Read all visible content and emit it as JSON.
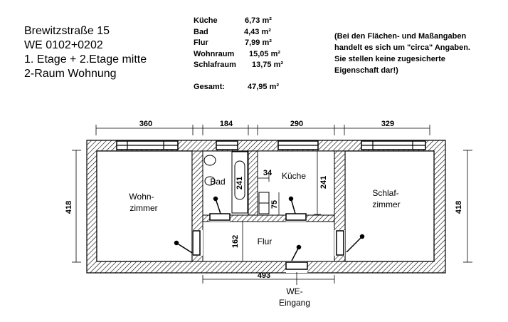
{
  "address": {
    "street": "Brewitzstraße 15",
    "unit": "WE 0102+0202",
    "floors": "1. Etage + 2.Etage mitte",
    "type": "2-Raum Wohnung"
  },
  "areas": [
    {
      "room": "Küche",
      "value": "6,73 m²"
    },
    {
      "room": "Bad",
      "value": "4,43 m²"
    },
    {
      "room": "Flur",
      "value": "7,99 m²"
    },
    {
      "room": "Wohnraum",
      "value": "15,05 m²"
    },
    {
      "room": "Schlafraum",
      "value": "13,75 m²"
    }
  ],
  "total": {
    "label": "Gesamt:",
    "value": "47,95 m²"
  },
  "disclaimer": [
    "(Bei den Flächen- und Maßangaben",
    "handelt es sich um \"circa\" Angaben.",
    "Sie stellen keine zugesicherte",
    "Eigenschaft dar!)"
  ],
  "rooms": {
    "wohn_1": "Wohn-",
    "wohn_2": "zimmer",
    "bad": "Bad",
    "kueche": "Küche",
    "flur": "Flur",
    "schlaf_1": "Schlaf-",
    "schlaf_2": "zimmer"
  },
  "dimensions": {
    "top_wohn": "360",
    "top_bad": "184",
    "top_kueche": "290",
    "top_schlaf": "329",
    "left_height": "418",
    "right_height": "418",
    "bottom_width": "493",
    "bad_height": "241",
    "kueche_height": "241",
    "flur_height": "162",
    "kueche_small": "34",
    "kueche_75": "75"
  },
  "entrance": {
    "line1": "WE-",
    "line2": "Eingang"
  }
}
